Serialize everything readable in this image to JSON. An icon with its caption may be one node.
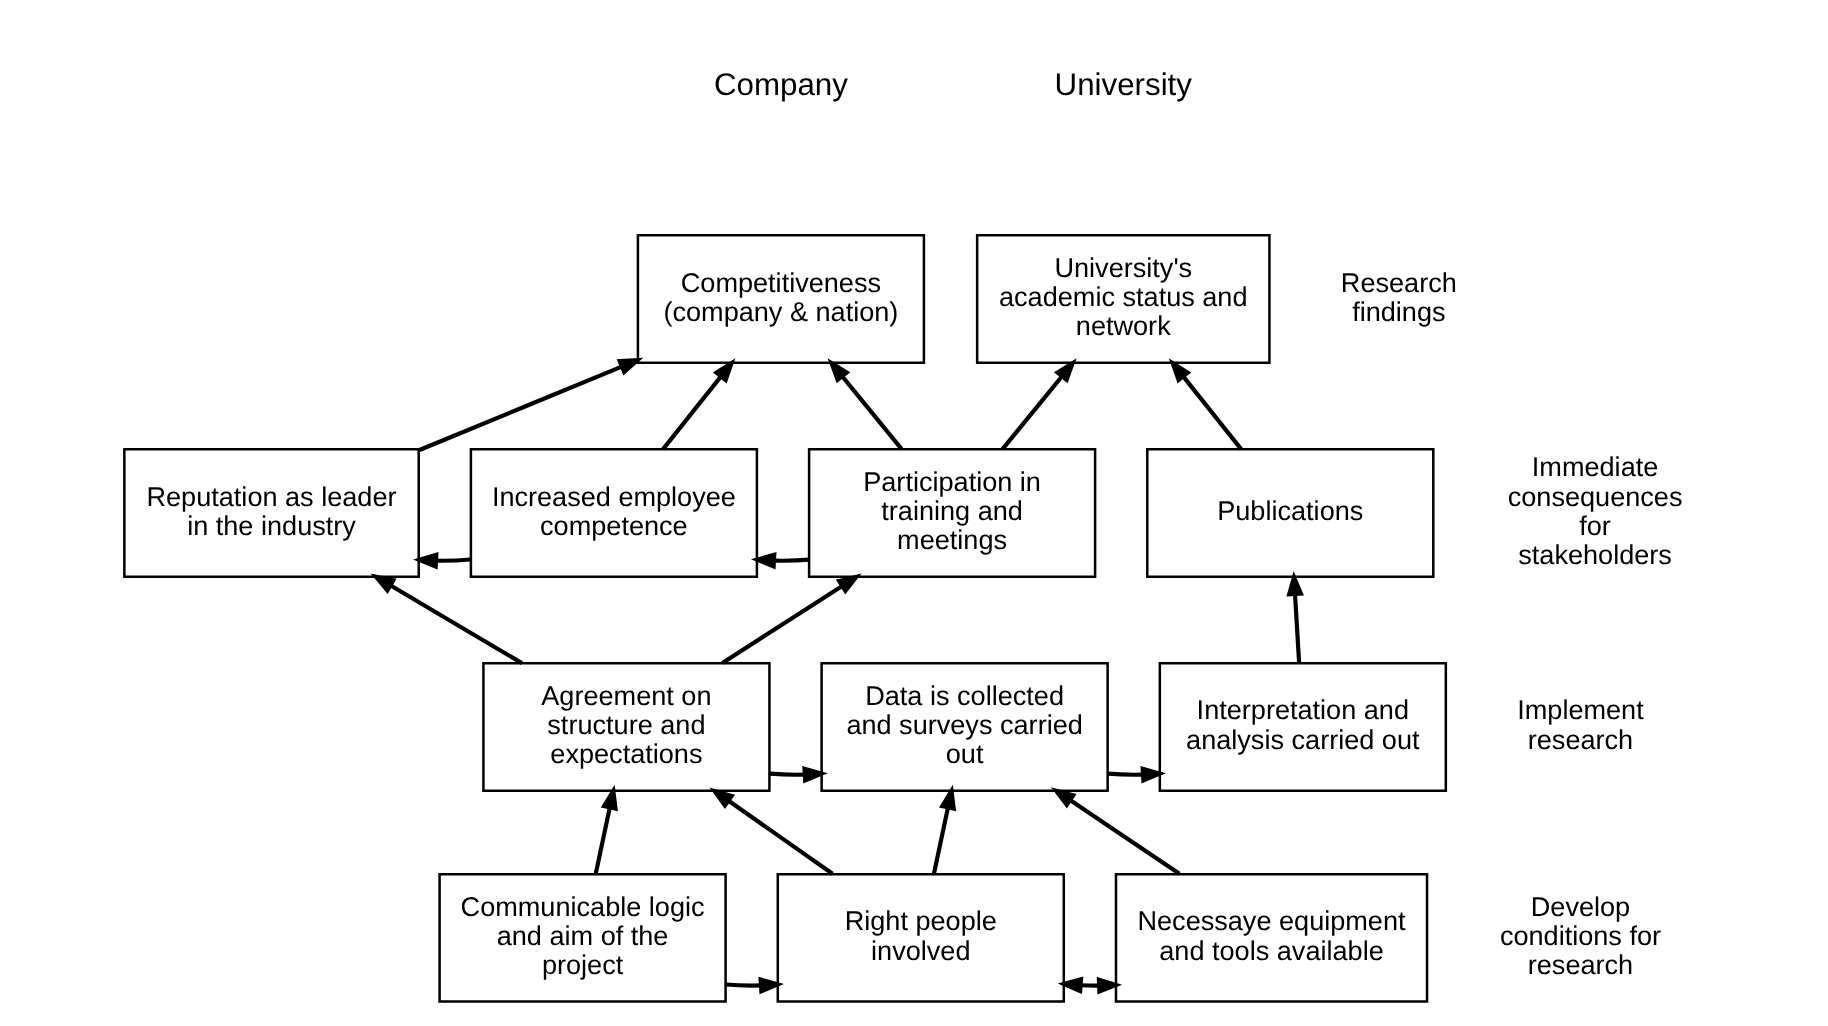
{
  "diagram": {
    "nodes": [
      {
        "text": [
          "Competitiveness (company & nation)"
        ]
      },
      {
        "text": [
          "University's academic status and network"
        ]
      },
      {
        "text": [
          "Reputation as leader in the industry"
        ]
      },
      {
        "text": [
          "Increased employee competence"
        ]
      },
      {
        "text": [
          "Participation in training and meetings"
        ]
      },
      {
        "text": [
          "Publications"
        ]
      },
      {
        "text": [
          "Agreement on structure and expectations"
        ]
      },
      {
        "text": [
          "Data is collected and surveys carried out"
        ]
      },
      {
        "text": [
          "Interpretation and analysis carried out"
        ]
      },
      {
        "text": [
          "Communicable logic and aim of the project"
        ]
      },
      {
        "text": [
          "Right people involved"
        ]
      },
      {
        "text": [
          "Necessaye equipment and tools available"
        ]
      }
    ],
    "edges": [
      {
        "from": 2,
        "to": 0,
        "arrow": "to"
      },
      {
        "from": 3,
        "to": 0,
        "arrow": "to"
      },
      {
        "from": 4,
        "to": 0,
        "arrow": "to"
      },
      {
        "from": 4,
        "to": 1,
        "arrow": "to"
      },
      {
        "from": 5,
        "to": 1,
        "arrow": "to"
      },
      {
        "from": 3,
        "to": 2,
        "arrow": "to"
      },
      {
        "from": 4,
        "to": 3,
        "arrow": "to"
      },
      {
        "from": 6,
        "to": 2,
        "arrow": "to"
      },
      {
        "from": 6,
        "to": 4,
        "arrow": "to"
      },
      {
        "from": 8,
        "to": 5,
        "arrow": "to"
      },
      {
        "from": 6,
        "to": 7,
        "arrow": "to"
      },
      {
        "from": 7,
        "to": 8,
        "arrow": "to"
      },
      {
        "from": 9,
        "to": 6,
        "arrow": "to"
      },
      {
        "from": 10,
        "to": 6,
        "arrow": "to"
      },
      {
        "from": 10,
        "to": 7,
        "arrow": "to"
      },
      {
        "from": 11,
        "to": 7,
        "arrow": "to"
      },
      {
        "from": 9,
        "to": 10,
        "arrow": "to"
      },
      {
        "from": 10,
        "to": 11,
        "arrow": "both"
      }
    ],
    "labels": [
      "Company",
      "University",
      "Research findings",
      "Immediate consequences for stakeholders",
      "Implement research",
      "Develop conditions for research"
    ]
  }
}
